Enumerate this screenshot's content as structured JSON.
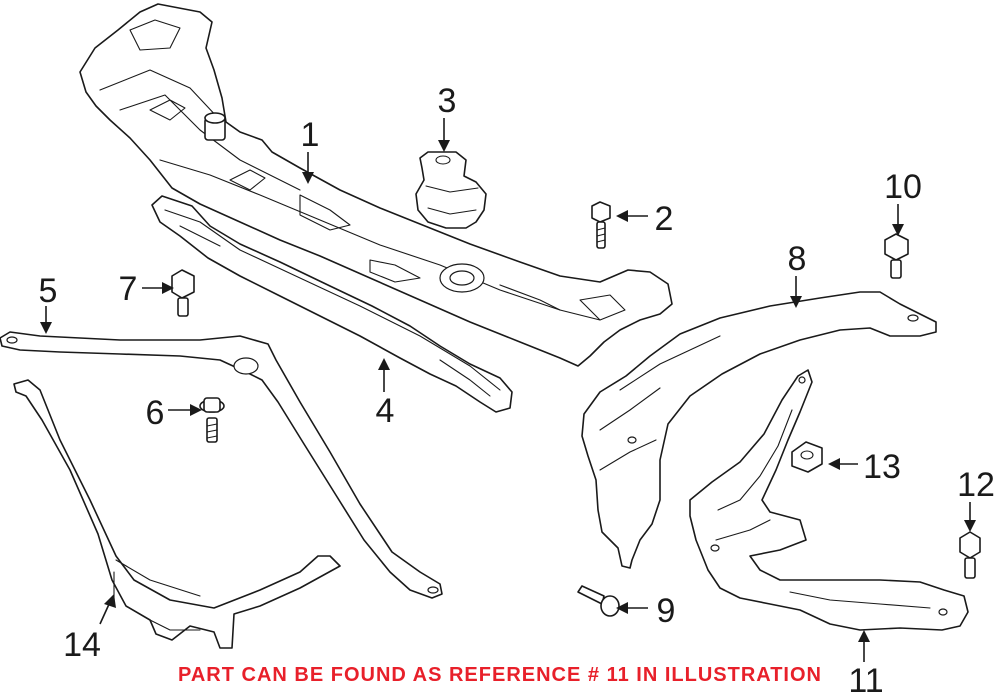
{
  "callouts": [
    {
      "id": "c1",
      "number": "1"
    },
    {
      "id": "c2",
      "number": "2"
    },
    {
      "id": "c3",
      "number": "3"
    },
    {
      "id": "c4",
      "number": "4"
    },
    {
      "id": "c5",
      "number": "5"
    },
    {
      "id": "c6",
      "number": "6"
    },
    {
      "id": "c7",
      "number": "7"
    },
    {
      "id": "c8",
      "number": "8"
    },
    {
      "id": "c9",
      "number": "9"
    },
    {
      "id": "c10",
      "number": "10"
    },
    {
      "id": "c11",
      "number": "11"
    },
    {
      "id": "c12",
      "number": "12"
    },
    {
      "id": "c13",
      "number": "13"
    },
    {
      "id": "c14",
      "number": "14"
    }
  ],
  "note": {
    "text": "PART CAN BE FOUND AS REFERENCE # 11 IN ILLUSTRATION",
    "color": "#e8202a"
  }
}
